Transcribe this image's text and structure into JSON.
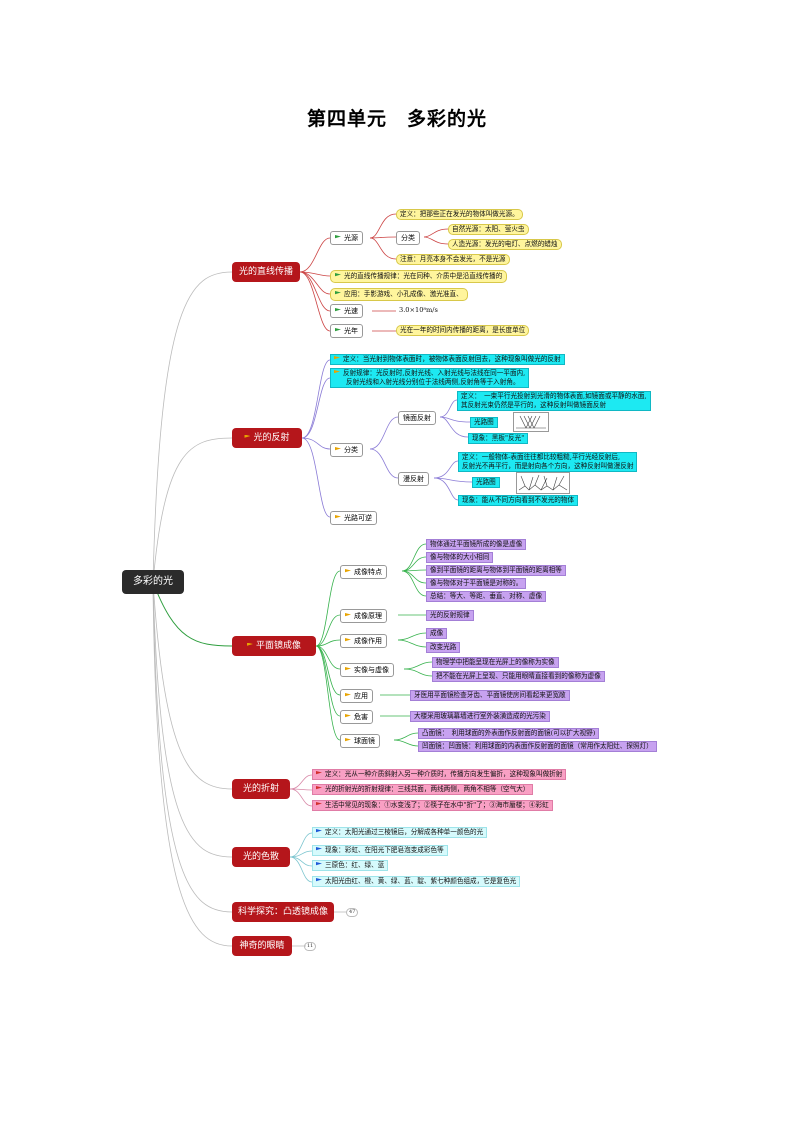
{
  "title": "第四单元　多彩的光",
  "root": "多彩的光",
  "b1": {
    "label": "光的直线传播",
    "source": "光源",
    "source_def": "定义：把那些正在发光的物体叫做光源。",
    "classify": "分类",
    "natural": "自然光源：太阳、萤火虫",
    "artificial": "人造光源：发光的电灯、点燃的蜡烛",
    "note": "注意：月亮本身不会发光，不是光源",
    "law": "光的直线传播规律：光在同种、介质中是沿直线传播的",
    "app": "应用：手影游戏、小孔成像、激光准直、",
    "speed": "光速",
    "speed_val": "3.0×10⁸m/s",
    "lightyear": "光年",
    "lightyear_def": "光在一年的时间内传播的距离，是长度单位"
  },
  "b2": {
    "label": "光的反射",
    "def": "定义：当光射到物体表面时，被物体表面反射回去，这种现象叫做光的反射",
    "law1": "反射规律：光反射时,反射光线、入射光线与法线在同一平面内,",
    "law2": "反射光线和入射光线分别位于法线两侧,反射角等于入射角。",
    "classify": "分类",
    "mirror": "镜面反射",
    "mirror_def1": "定义：　一束平行光投射到光滑的物体表面,如镜面或平静的水面,",
    "mirror_def2": "其反射光束仍然是平行的，这种反射叫做镜面反射",
    "mirror_path": "光路图",
    "mirror_phen": "现象：黑板\"反光\"",
    "diffuse": "漫反射",
    "diffuse_def1": "定义：一般物体-表面往往都比较粗糙,平行光经反射后,",
    "diffuse_def2": "反射光不再平行，而是射向各个方向，这种反射叫做漫反射",
    "diffuse_path": "光路图",
    "diffuse_phen": "现象：能从不同方向看到不发光的物体",
    "reversible": "光路可逆"
  },
  "b3": {
    "label": "平面镜成像",
    "features": "成像特点",
    "f1": "物体通过平面镜所成的像是虚像",
    "f2": "像与物体的大小相同",
    "f3": "像到平面镜的距离与物体到平面镜的距离相等",
    "f4": "像与物体对于平面镜是对称的。",
    "f5": "总结：等大、等距、垂直、对称、虚像",
    "principle": "成像原理",
    "principle_val": "光的反射规律",
    "effect": "成像作用",
    "effect1": "成像",
    "effect2": "改变光路",
    "realvirtual": "实像与虚像",
    "rv1": "物理学中把能呈现在光屏上的像称为实像",
    "rv2": "把不能在光屏上呈现、只能用眼睛直接看到的像称为虚像",
    "app": "应用",
    "app_val": "牙医用平面镜检查牙齿、平面镜使房间看起来更宽敞",
    "harm": "危害",
    "harm_val": "大楼采用玻璃幕墙进行室外装潢造成的光污染",
    "sphere": "球面镜",
    "convex": "凸面镜：　利用球面的外表面作反射面的面镜(可以扩大视野)",
    "concave": "凹面镜：凹面镜：利用球面的内表面作反射面的面镜（常用作太阳灶、探照灯）"
  },
  "b4": {
    "label": "光的折射",
    "def": "定义：光从一种介质斜射入另一种介质时，传播方向发生偏折，这种现象叫做折射",
    "law": "光的折射光的折射规律：三线共面，两线两侧，两角不相等（空气大）",
    "life": "生活中常见的现象：①水变浅了；②筷子在水中\"折\"了；③海市蜃楼；④彩虹"
  },
  "b5": {
    "label": "光的色散",
    "def": "定义：太阳光通过三棱镜后，分解成各种单一颜色的光",
    "phen": "现象：彩虹、在阳光下肥皂泡变成彩色等",
    "primary": "三原色：红、绿、蓝",
    "sun": "太阳光由红、橙、黄、绿、蓝、靛、紫七种颜色组成，它是复色光"
  },
  "b6": {
    "label": "科学探究：凸透镜成像",
    "count": "47"
  },
  "b7": {
    "label": "神奇的眼睛",
    "count": "11"
  },
  "colors": {
    "main": "#b5161b",
    "root": "#2b2b2b",
    "yellow": "#fff59d",
    "cyan": "#1de9f2",
    "purple": "#c7a2f0",
    "pink": "#f9a0c4",
    "lightcyan": "#d6fafc"
  }
}
